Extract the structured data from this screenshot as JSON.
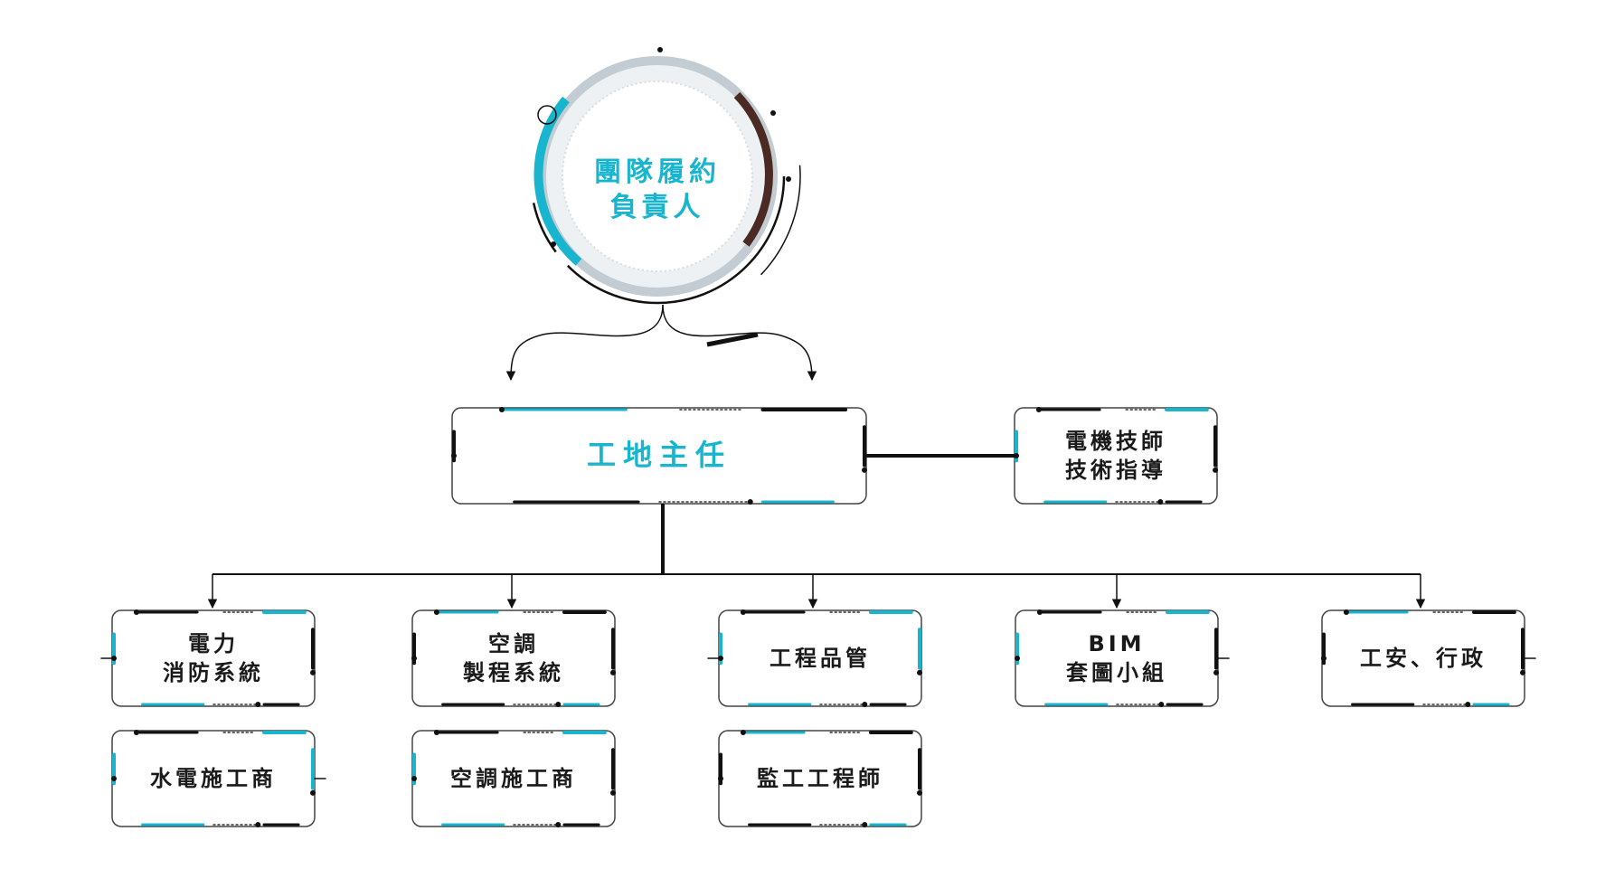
{
  "colors": {
    "accent": "#19b5cf",
    "dark": "#111111",
    "brown": "#4a2a22",
    "ring": "#b9c4cb"
  },
  "root": {
    "line1": "團隊履約",
    "line2": "負責人"
  },
  "nodes": {
    "site_director": "工地主任",
    "electrician": {
      "line1": "電機技師",
      "line2": "技術指導"
    },
    "electric_fire": {
      "line1": "電力",
      "line2": "消防系統"
    },
    "hvac_process": {
      "line1": "空調",
      "line2": "製程系統"
    },
    "quality": "工程品管",
    "bim": {
      "line1": "BIM",
      "line2": "套圖小組"
    },
    "safety_admin": "工安、行政",
    "mep_contractor": "水電施工商",
    "hvac_contractor": "空調施工商",
    "supervisor": "監工工程師"
  }
}
